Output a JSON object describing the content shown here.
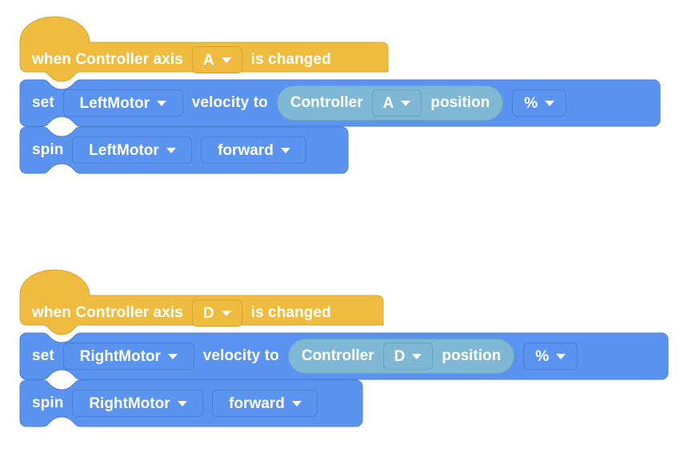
{
  "editor": {
    "background_color": "#ffffff",
    "palette": {
      "event_block_color": "#efbc40",
      "motion_block_color": "#5a93f0",
      "reporter_color": "#7fb8d4",
      "text_color": "#ffffff"
    }
  },
  "scripts": [
    {
      "id": "script-left-motor",
      "hat": {
        "name": "when-controller-axis-changed",
        "text_before": "when Controller axis",
        "axis_dropdown": "A",
        "text_after": "is changed"
      },
      "blocks": [
        {
          "name": "set-motor-velocity",
          "label_set": "set",
          "motor_dropdown": "LeftMotor",
          "label_velocity_to": "velocity to",
          "reporter": {
            "name": "controller-axis-position",
            "label_controller": "Controller",
            "axis_dropdown": "A",
            "label_position": "position"
          },
          "unit_dropdown": "%"
        },
        {
          "name": "spin-motor",
          "label_spin": "spin",
          "motor_dropdown": "LeftMotor",
          "direction_dropdown": "forward"
        }
      ]
    },
    {
      "id": "script-right-motor",
      "hat": {
        "name": "when-controller-axis-changed",
        "text_before": "when Controller axis",
        "axis_dropdown": "D",
        "text_after": "is changed"
      },
      "blocks": [
        {
          "name": "set-motor-velocity",
          "label_set": "set",
          "motor_dropdown": "RightMotor",
          "label_velocity_to": "velocity to",
          "reporter": {
            "name": "controller-axis-position",
            "label_controller": "Controller",
            "axis_dropdown": "D",
            "label_position": "position"
          },
          "unit_dropdown": "%"
        },
        {
          "name": "spin-motor",
          "label_spin": "spin",
          "motor_dropdown": "RightMotor",
          "direction_dropdown": "forward"
        }
      ]
    }
  ],
  "icons": {
    "caret": "chevron-down-icon"
  }
}
